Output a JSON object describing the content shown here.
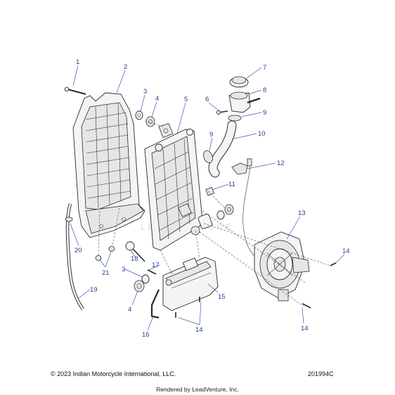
{
  "callouts": [
    {
      "id": "c1",
      "label": "1"
    },
    {
      "id": "c2",
      "label": "2"
    },
    {
      "id": "c3a",
      "label": "3"
    },
    {
      "id": "c4a",
      "label": "4"
    },
    {
      "id": "c5",
      "label": "5"
    },
    {
      "id": "c6",
      "label": "6"
    },
    {
      "id": "c7",
      "label": "7"
    },
    {
      "id": "c8",
      "label": "8"
    },
    {
      "id": "c9a",
      "label": "9"
    },
    {
      "id": "c9b",
      "label": "9"
    },
    {
      "id": "c10",
      "label": "10"
    },
    {
      "id": "c11",
      "label": "11"
    },
    {
      "id": "c12",
      "label": "12"
    },
    {
      "id": "c13",
      "label": "13"
    },
    {
      "id": "c14a",
      "label": "14"
    },
    {
      "id": "c14b",
      "label": "14"
    },
    {
      "id": "c14c",
      "label": "14"
    },
    {
      "id": "c15",
      "label": "15"
    },
    {
      "id": "c16",
      "label": "16"
    },
    {
      "id": "c17",
      "label": "17"
    },
    {
      "id": "c18",
      "label": "18"
    },
    {
      "id": "c19",
      "label": "19"
    },
    {
      "id": "c20",
      "label": "20"
    },
    {
      "id": "c21",
      "label": "21"
    },
    {
      "id": "c3b",
      "label": "3"
    },
    {
      "id": "c4b",
      "label": "4"
    }
  ],
  "watermark": "LEADVENTURE",
  "footer": {
    "copyright": "© 2023 Indian Motorcycle International, LLC.",
    "doc_number": "201994C",
    "rendered_by": "Rendered by LeadVenture, Inc."
  },
  "colors": {
    "callout": "#1f3f8f",
    "line": "#2a2a2a"
  }
}
